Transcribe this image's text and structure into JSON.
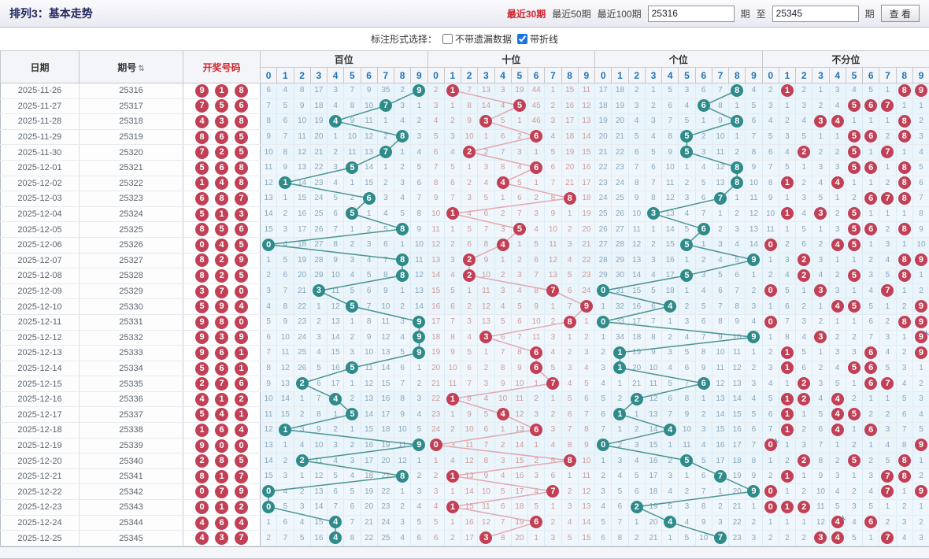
{
  "header": {
    "title": "排列3：基本走势",
    "range30": "最近30期",
    "range50": "最近50期",
    "range100": "最近100期",
    "from_value": "25316",
    "to_value": "25345",
    "qi_label": "期",
    "to_label": "至",
    "view_button": "查 看"
  },
  "options": {
    "label": "标注形式选择：",
    "no_omission_label": "不带遗漏数据",
    "no_omission_checked": false,
    "polyline_label": "带折线",
    "polyline_checked": true
  },
  "table": {
    "col_date": "日期",
    "col_issue": "期号",
    "col_draw": "开奖号码",
    "sections": [
      "百位",
      "十位",
      "个位",
      "不分位"
    ],
    "digits": [
      "0",
      "1",
      "2",
      "3",
      "4",
      "5",
      "6",
      "7",
      "8",
      "9"
    ],
    "omission_seed": {
      "bai": [
        6,
        4,
        8,
        17,
        3,
        7,
        9,
        35,
        2,
        0
      ],
      "shi": [
        2,
        0,
        7,
        13,
        3,
        19,
        44,
        1,
        15,
        11
      ],
      "ge": [
        17,
        18,
        2,
        1,
        5,
        3,
        6,
        7,
        0,
        4
      ],
      "bu": [
        2,
        0,
        2,
        1,
        3,
        4,
        5,
        1,
        0,
        0
      ]
    },
    "colors": {
      "red_ball": "#c24056",
      "teal_ball": "#2e8b89",
      "pink_line": "#e3a8b0",
      "teal_line": "#4a948f",
      "miss_blue": "#8ba6bb",
      "miss_pink": "#cf9b99"
    },
    "rows": [
      {
        "date": "2025-11-26",
        "issue": "25316",
        "n": [
          9,
          1,
          8
        ]
      },
      {
        "date": "2025-11-27",
        "issue": "25317",
        "n": [
          7,
          5,
          6
        ]
      },
      {
        "date": "2025-11-28",
        "issue": "25318",
        "n": [
          4,
          3,
          8
        ]
      },
      {
        "date": "2025-11-29",
        "issue": "25319",
        "n": [
          8,
          6,
          5
        ]
      },
      {
        "date": "2025-11-30",
        "issue": "25320",
        "n": [
          7,
          2,
          5
        ]
      },
      {
        "date": "2025-12-01",
        "issue": "25321",
        "n": [
          5,
          6,
          8
        ]
      },
      {
        "date": "2025-12-02",
        "issue": "25322",
        "n": [
          1,
          4,
          8
        ]
      },
      {
        "date": "2025-12-03",
        "issue": "25323",
        "n": [
          6,
          8,
          7
        ]
      },
      {
        "date": "2025-12-04",
        "issue": "25324",
        "n": [
          5,
          1,
          3
        ]
      },
      {
        "date": "2025-12-05",
        "issue": "25325",
        "n": [
          8,
          5,
          6
        ]
      },
      {
        "date": "2025-12-06",
        "issue": "25326",
        "n": [
          0,
          4,
          5
        ]
      },
      {
        "date": "2025-12-07",
        "issue": "25327",
        "n": [
          8,
          2,
          9
        ]
      },
      {
        "date": "2025-12-08",
        "issue": "25328",
        "n": [
          8,
          2,
          5
        ]
      },
      {
        "date": "2025-12-09",
        "issue": "25329",
        "n": [
          3,
          7,
          0
        ]
      },
      {
        "date": "2025-12-10",
        "issue": "25330",
        "n": [
          5,
          9,
          4
        ]
      },
      {
        "date": "2025-12-11",
        "issue": "25331",
        "n": [
          9,
          8,
          0
        ]
      },
      {
        "date": "2025-12-12",
        "issue": "25332",
        "n": [
          9,
          3,
          9
        ]
      },
      {
        "date": "2025-12-13",
        "issue": "25333",
        "n": [
          9,
          6,
          1
        ]
      },
      {
        "date": "2025-12-14",
        "issue": "25334",
        "n": [
          5,
          6,
          1
        ]
      },
      {
        "date": "2025-12-15",
        "issue": "25335",
        "n": [
          2,
          7,
          6
        ]
      },
      {
        "date": "2025-12-16",
        "issue": "25336",
        "n": [
          4,
          1,
          2
        ]
      },
      {
        "date": "2025-12-17",
        "issue": "25337",
        "n": [
          5,
          4,
          1
        ]
      },
      {
        "date": "2025-12-18",
        "issue": "25338",
        "n": [
          1,
          6,
          4
        ]
      },
      {
        "date": "2025-12-19",
        "issue": "25339",
        "n": [
          9,
          0,
          0
        ]
      },
      {
        "date": "2025-12-20",
        "issue": "25340",
        "n": [
          2,
          8,
          5
        ]
      },
      {
        "date": "2025-12-21",
        "issue": "25341",
        "n": [
          8,
          1,
          7
        ]
      },
      {
        "date": "2025-12-22",
        "issue": "25342",
        "n": [
          0,
          7,
          9
        ]
      },
      {
        "date": "2025-12-23",
        "issue": "25343",
        "n": [
          0,
          1,
          2
        ]
      },
      {
        "date": "2025-12-24",
        "issue": "25344",
        "n": [
          4,
          6,
          4
        ]
      },
      {
        "date": "2025-12-25",
        "issue": "25345",
        "n": [
          4,
          3,
          7
        ]
      }
    ]
  }
}
